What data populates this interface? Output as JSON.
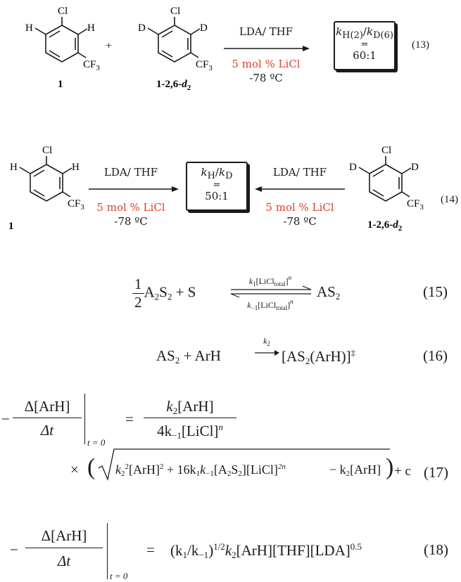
{
  "scheme13": {
    "mol1": {
      "atoms": {
        "cl": "Cl",
        "h_left": "H",
        "h_right": "H",
        "cf3": "CF",
        "cf3_sub": "3"
      },
      "label": "1"
    },
    "plus": "+",
    "mol2": {
      "atoms": {
        "cl": "Cl",
        "d_left": "D",
        "d_right": "D",
        "cf3": "CF",
        "cf3_sub": "3"
      },
      "label": "1-2,6-",
      "label_italic": "d",
      "label_sub": "2"
    },
    "reagent": "LDA/ THF",
    "additive": "5 mol % LiCl",
    "temp": "-78 ºC",
    "box": {
      "k": "k",
      "h_sub": "H(2)",
      "slash": "/",
      "d_sub": "D(6)",
      "eq": "=",
      "ratio": "60:1"
    },
    "number": "(13)"
  },
  "scheme14": {
    "mol1": {
      "atoms": {
        "cl": "Cl",
        "h_left": "H",
        "h_right": "H",
        "cf3": "CF",
        "cf3_sub": "3"
      },
      "label": "1"
    },
    "left_arrow": {
      "reagent": "LDA/ THF",
      "additive": "5 mol % LiCl",
      "temp": "-78 ºC"
    },
    "box": {
      "k": "k",
      "h_sub": "H",
      "slash": "/",
      "d_sub": "D",
      "eq": "=",
      "ratio": "50:1"
    },
    "right_arrow": {
      "reagent": "LDA/ THF",
      "additive": "5 mol % LiCl",
      "temp": "-78 ºC"
    },
    "mol2": {
      "atoms": {
        "cl": "Cl",
        "d_left": "D",
        "d_right": "D",
        "cf3": "CF",
        "cf3_sub": "3"
      },
      "label": "1-2,6-",
      "label_italic": "d",
      "label_sub": "2"
    },
    "number": "(14)"
  },
  "eq15": {
    "half_num": "1",
    "half_den": "2",
    "lhs": "A",
    "lhs_sub1": "2",
    "lhs_s": "S",
    "lhs_sub2": "2",
    "plus": "+",
    "s": "S",
    "fwd": "k",
    "fwd_sub": "1",
    "fwd_br": "[LiCl",
    "fwd_br_sub": "total",
    "fwd_close": "]",
    "fwd_n": "n",
    "rev": "k",
    "rev_sub": "−1",
    "rev_br": "[LiCl",
    "rev_br_sub": "total",
    "rev_close": "]",
    "rev_n": "n",
    "rhs": "AS",
    "rhs_sub": "2",
    "number": "(15)"
  },
  "eq16": {
    "lhs": "AS",
    "lhs_sub": "2",
    "plus": "+",
    "arh": "ArH",
    "k": "k",
    "k_sub": "2",
    "rhs_open": "[AS",
    "rhs_sub": "2",
    "rhs_mid": "(ArH)]",
    "dagger": "‡",
    "number": "(16)"
  },
  "eq17": {
    "minus": "−",
    "num": "Δ[ArH]",
    "den": "Δt",
    "eval": "t = 0",
    "equals": "=",
    "frac_num_k": "k",
    "frac_num_sub": "2",
    "frac_num_rest": "[ArH]",
    "frac_den_pre": "4k",
    "frac_den_sub": "−1",
    "frac_den_rest": "[LiCl]",
    "frac_den_n": "n",
    "times": "×",
    "open": "(",
    "sq_k": "k",
    "sq_k_sub": "2",
    "sq_k_sup": "2",
    "sq_rest": "[ArH]",
    "sq_rest_sup": "2",
    "sq_plus": "+ 16k",
    "sq_k1": "1",
    "sq_km": "k",
    "sq_km_sub": "−1",
    "sq_a": "[A",
    "sq_a_sub": "2",
    "sq_s": "S",
    "sq_s_sub": "2",
    "sq_licl": "][LiCl]",
    "sq_exp": "2n",
    "minus2": "− k",
    "k2_sub": "2",
    "arh2": "[ArH]",
    "close": ")",
    "plus_c": "+ c",
    "number": "(17)"
  },
  "eq18": {
    "minus": "−",
    "num": "Δ[ArH]",
    "den": "Δt",
    "eval": "t = 0",
    "equals": "=",
    "rhs_a": "(k",
    "rhs_a_sub": "1",
    "rhs_b": "/k",
    "rhs_b_sub": "−1",
    "rhs_c": ")",
    "rhs_exp": "1/2",
    "rhs_k": "k",
    "rhs_k_sub": "2",
    "rhs_rest": "[ArH][THF][LDA]",
    "rhs_rest_exp": "0.5",
    "number": "(18)"
  }
}
